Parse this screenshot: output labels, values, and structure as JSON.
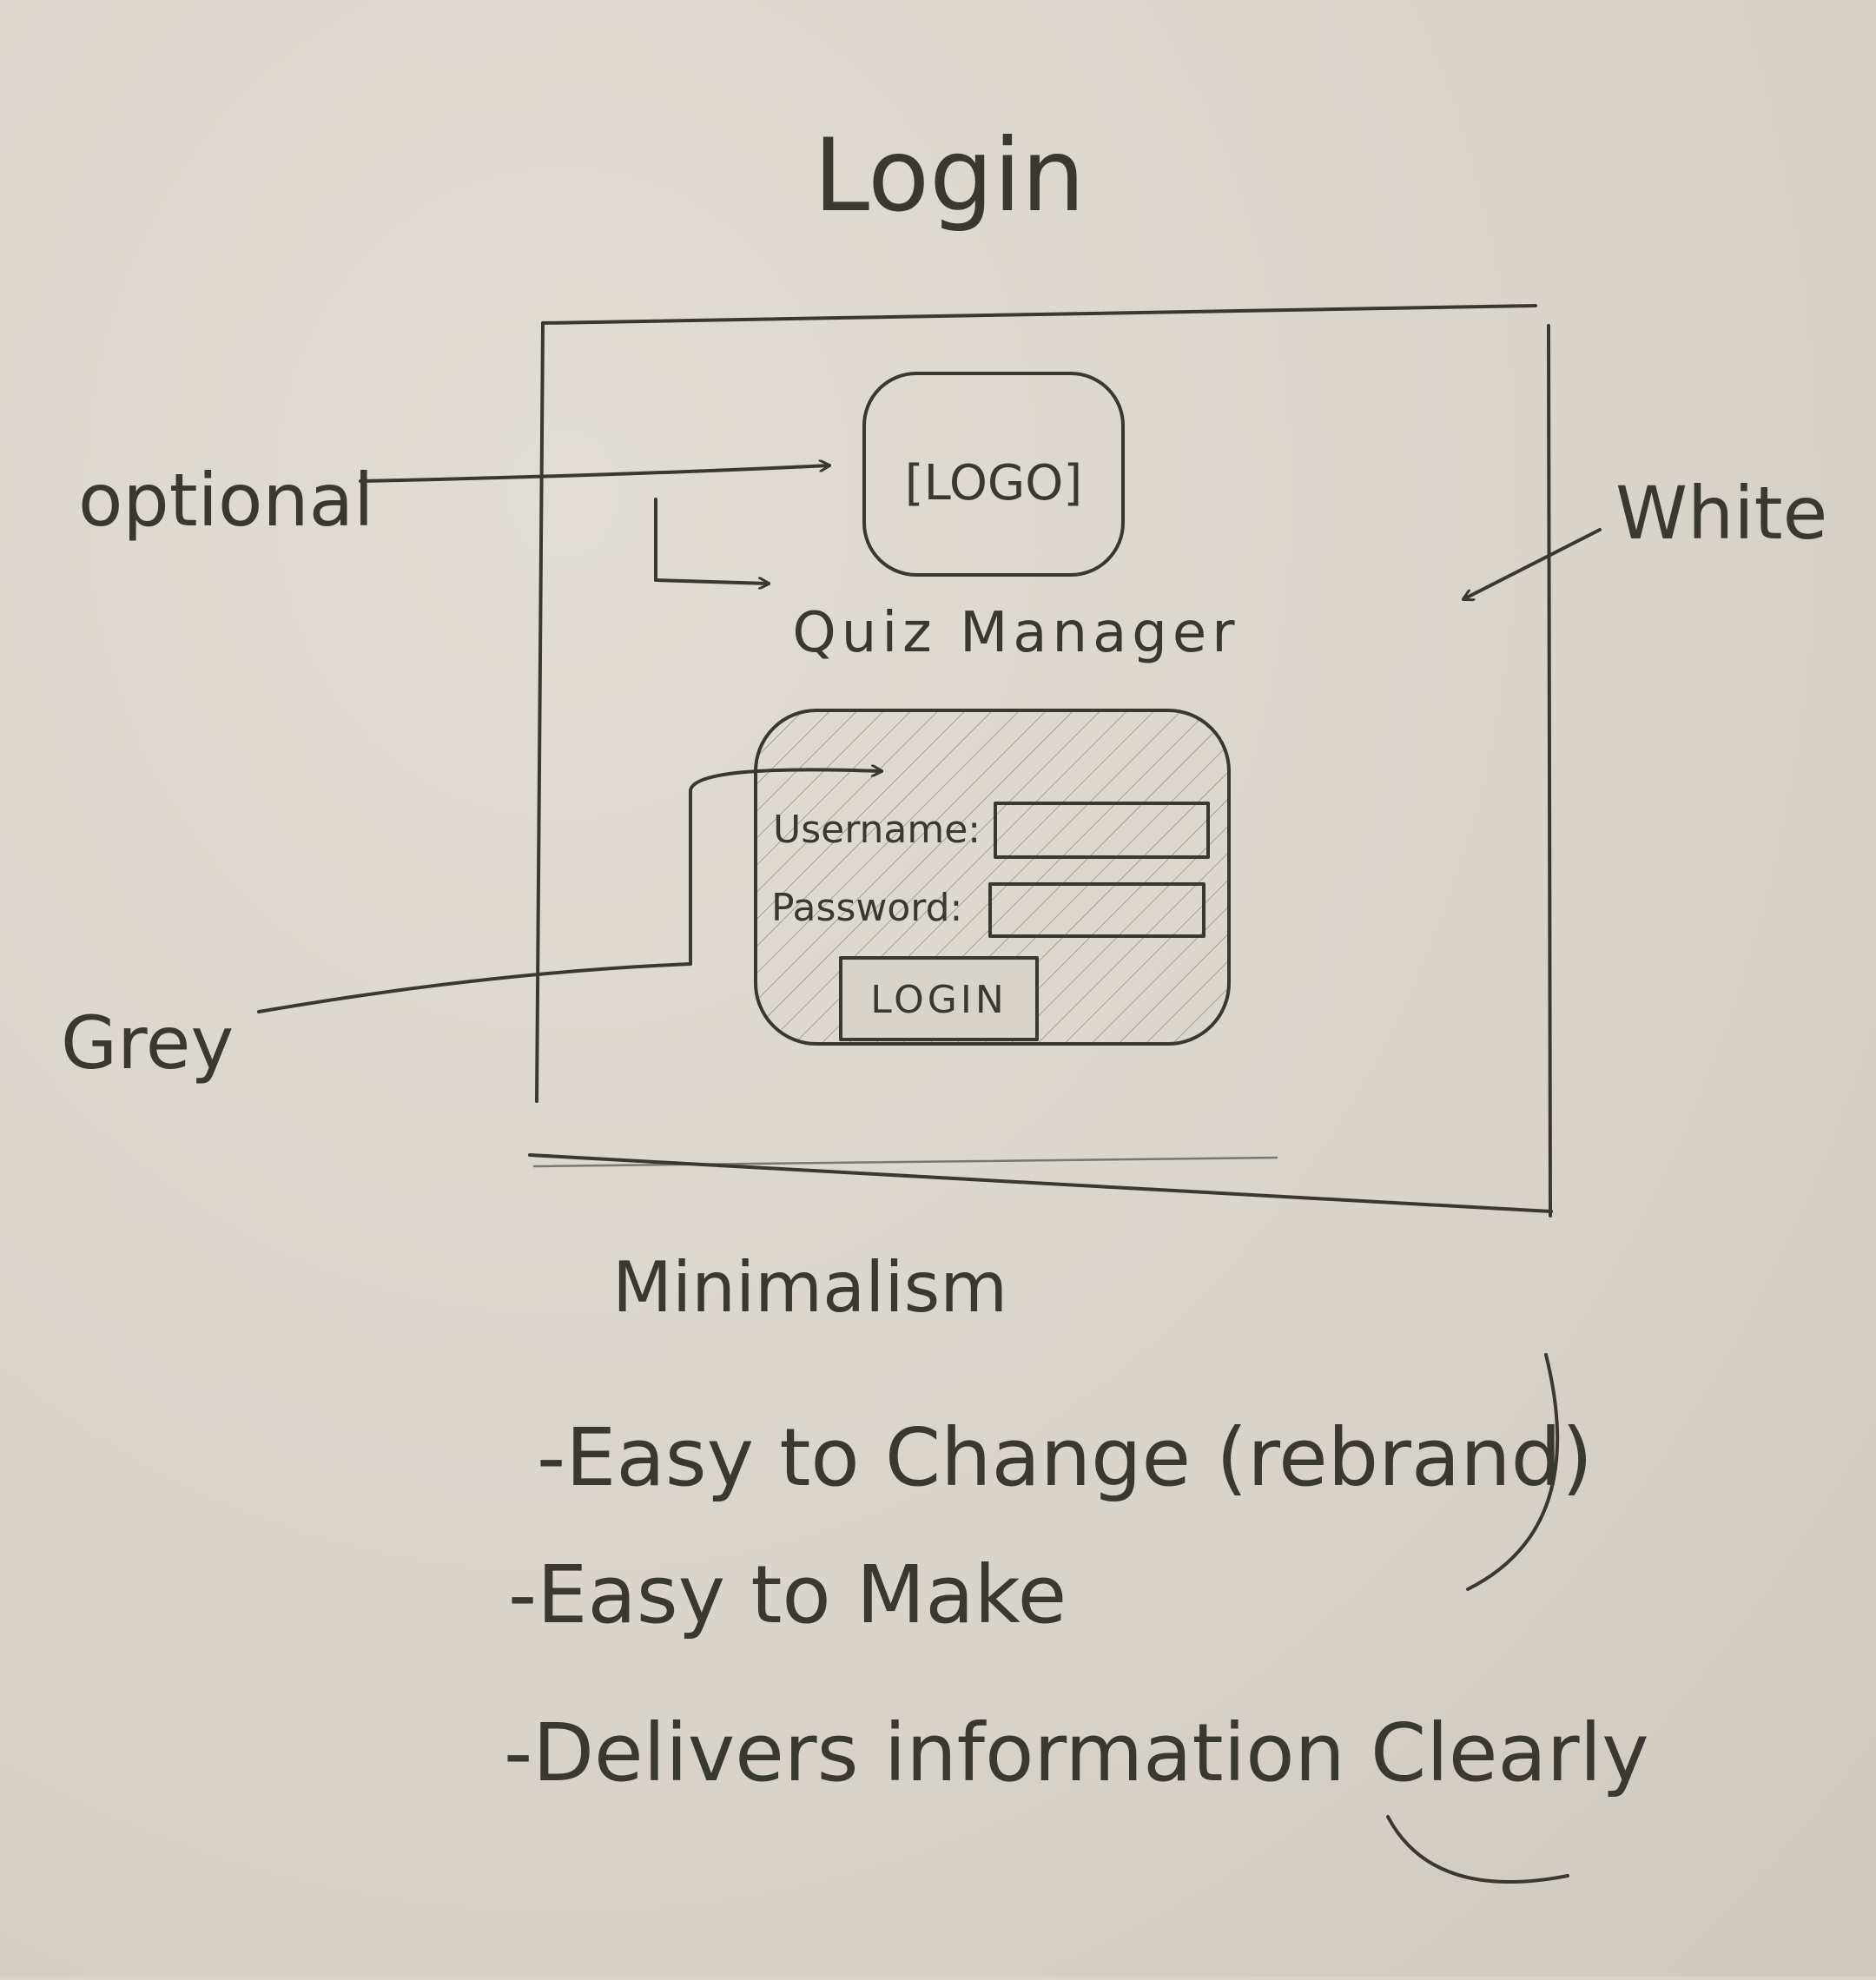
{
  "title": "Login",
  "frame": {
    "logo_placeholder": "[LOGO]",
    "app_name": "Quiz Manager",
    "form": {
      "username_label": "Username:",
      "password_label": "Password:",
      "login_button": "LOGIN"
    }
  },
  "annotations": {
    "optional": "optional",
    "white": "White",
    "grey": "Grey"
  },
  "notes": {
    "heading": "Minimalism",
    "items": [
      "-Easy to Change (rebrand)",
      "-Easy to Make",
      "-Delivers information Clearly"
    ]
  },
  "colors": {
    "paper": "#d9d4cc",
    "ink": "#3a3833",
    "grey_box": "#cdc8c0"
  }
}
